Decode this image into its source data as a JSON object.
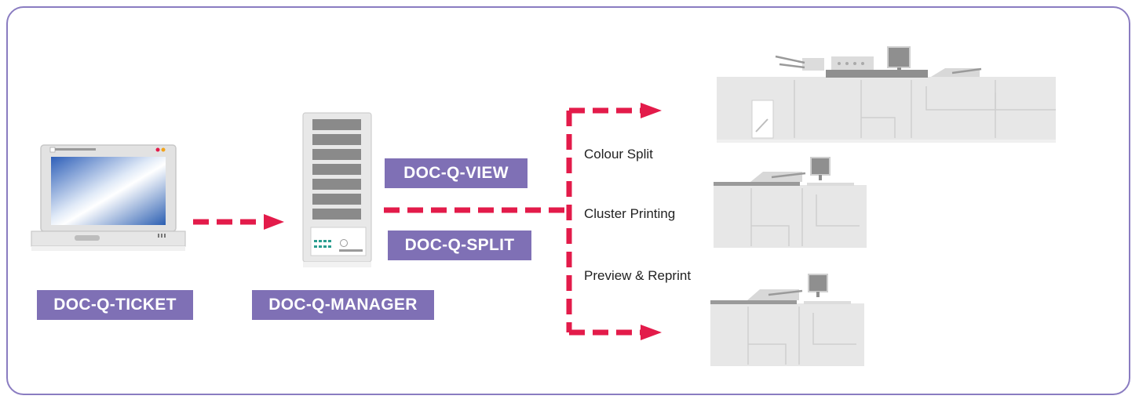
{
  "colors": {
    "frame_border": "#8a7cc1",
    "label_background": "#7f70b5",
    "label_text": "#ffffff",
    "arrow": "#e31b4a",
    "device_gray": "#e6e6e6"
  },
  "labels": {
    "ticket": "DOC-Q-TICKET",
    "manager": "DOC-Q-MANAGER",
    "view": "DOC-Q-VIEW",
    "split": "DOC-Q-SPLIT"
  },
  "features": {
    "colour_split": "Colour Split",
    "cluster_printing": "Cluster Printing",
    "preview_reprint": "Preview & Reprint"
  },
  "icons": {
    "laptop": "laptop-icon",
    "server": "server-icon",
    "printer_large": "production-printer-icon",
    "printer_mid": "production-printer-icon",
    "printer_low": "production-printer-icon"
  }
}
